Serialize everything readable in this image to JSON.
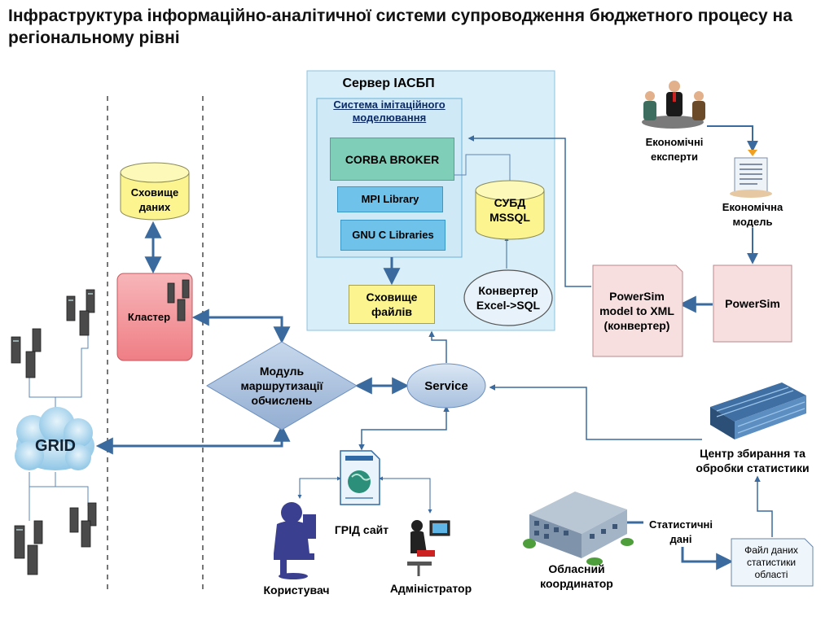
{
  "title": "Інфраструктура інформаційно-аналітичної системи супроводження бюджетного процесу на регіональному рівні",
  "server": {
    "title": "Сервер ІАСБП",
    "simulation_system": "Система імітаційного моделювання",
    "corba": "CORBA BROKER",
    "mpi": "MPI Library",
    "gnu": "GNU C Libraries",
    "dbms": "СУБД MSSQL",
    "converter": "Конвертер Excel->SQL",
    "file_storage": "Сховище файлів"
  },
  "data_storage": "Сховище даних",
  "cluster": "Кластер",
  "routing_module": "Модуль маршрутизації обчислень",
  "service": "Service",
  "grid": "GRID",
  "grid_site": "ГРІД сайт",
  "user": "Користувач",
  "admin": "Адміністратор",
  "experts": "Економічні експерти",
  "economic_model": "Економічна модель",
  "powersim": "PowerSim",
  "powersim_converter": "PowerSim model to XML (конвертер)",
  "stats_center": "Центр збирання та обробки статистики",
  "regional_coordinator": "Обласний координатор",
  "statistical_data": "Статистичні дані",
  "stats_file": "Файл даних статистики області",
  "icons": [
    "server-rack-icon",
    "people-meeting-icon",
    "document-icon",
    "building-icon",
    "office-building-icon",
    "cloud-icon",
    "user-computer-icon",
    "admin-computer-icon",
    "web-page-icon"
  ],
  "colors": {
    "arrow": "#3b6a9e",
    "server_bg": "#d8eef8",
    "corba": "#7fcfb8",
    "library": "#6fc3ea",
    "cylinder": "#fbf49a",
    "storage": "#fcf58f",
    "cluster": "#f49aa0",
    "diamond": "#adc3df",
    "pink_box": "#f7dfe0",
    "cloud": "#b6dcf2"
  }
}
